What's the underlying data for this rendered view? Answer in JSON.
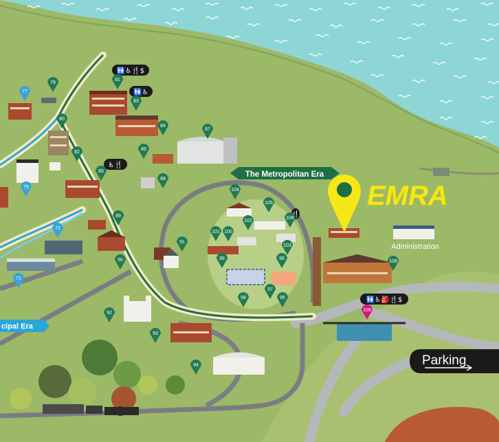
{
  "colors": {
    "water": "#8ed6d6",
    "land": "#9cb967",
    "track": "#7b7f83",
    "path": "#f3e8c4",
    "trail_green": "#1f6e45",
    "trail_blue": "#2aa6d8",
    "pin_green": "#227a52",
    "pin_blue": "#3aa4d6",
    "pin_magenta": "#d6197f",
    "emra_yellow": "#f6e816"
  },
  "era_labels": {
    "metropolitan": "The Metropolitan Era",
    "municipal": "cipal Era"
  },
  "landmarks": {
    "emra": "EMRA",
    "administration": "Administration",
    "parking": "Parking"
  },
  "amenity_badges": [
    {
      "id": "b81",
      "icons": "🚻♿🍴$"
    },
    {
      "id": "b83",
      "icons": "🚻♿"
    },
    {
      "id": "b85",
      "icons": "♿🍴"
    },
    {
      "id": "b109",
      "icons": "🚻♿🎒🍴$"
    },
    {
      "id": "b106",
      "icons": "🍴"
    }
  ],
  "pins": [
    {
      "n": "77",
      "color": "blue"
    },
    {
      "n": "79",
      "color": "green"
    },
    {
      "n": "81",
      "color": "green"
    },
    {
      "n": "83",
      "color": "green"
    },
    {
      "n": "84",
      "color": "green"
    },
    {
      "n": "80",
      "color": "green"
    },
    {
      "n": "82",
      "color": "green"
    },
    {
      "n": "85",
      "color": "green"
    },
    {
      "n": "86",
      "color": "green"
    },
    {
      "n": "87",
      "color": "green"
    },
    {
      "n": "88",
      "color": "green"
    },
    {
      "n": "75",
      "color": "blue"
    },
    {
      "n": "72",
      "color": "blue"
    },
    {
      "n": "71",
      "color": "blue"
    },
    {
      "n": "89",
      "color": "green"
    },
    {
      "n": "90",
      "color": "green"
    },
    {
      "n": "91",
      "color": "green"
    },
    {
      "n": "92",
      "color": "green"
    },
    {
      "n": "93",
      "color": "green"
    },
    {
      "n": "94",
      "color": "green"
    },
    {
      "n": "104",
      "color": "green"
    },
    {
      "n": "105",
      "color": "green"
    },
    {
      "n": "106",
      "color": "green"
    },
    {
      "n": "102",
      "color": "green"
    },
    {
      "n": "101",
      "color": "green"
    },
    {
      "n": "100",
      "color": "green"
    },
    {
      "n": "103",
      "color": "green"
    },
    {
      "n": "99",
      "color": "green"
    },
    {
      "n": "96",
      "color": "green"
    },
    {
      "n": "97",
      "color": "green"
    },
    {
      "n": "98",
      "color": "green"
    },
    {
      "n": "95",
      "color": "green"
    },
    {
      "n": "108",
      "color": "green"
    },
    {
      "n": "109",
      "color": "magenta"
    }
  ]
}
